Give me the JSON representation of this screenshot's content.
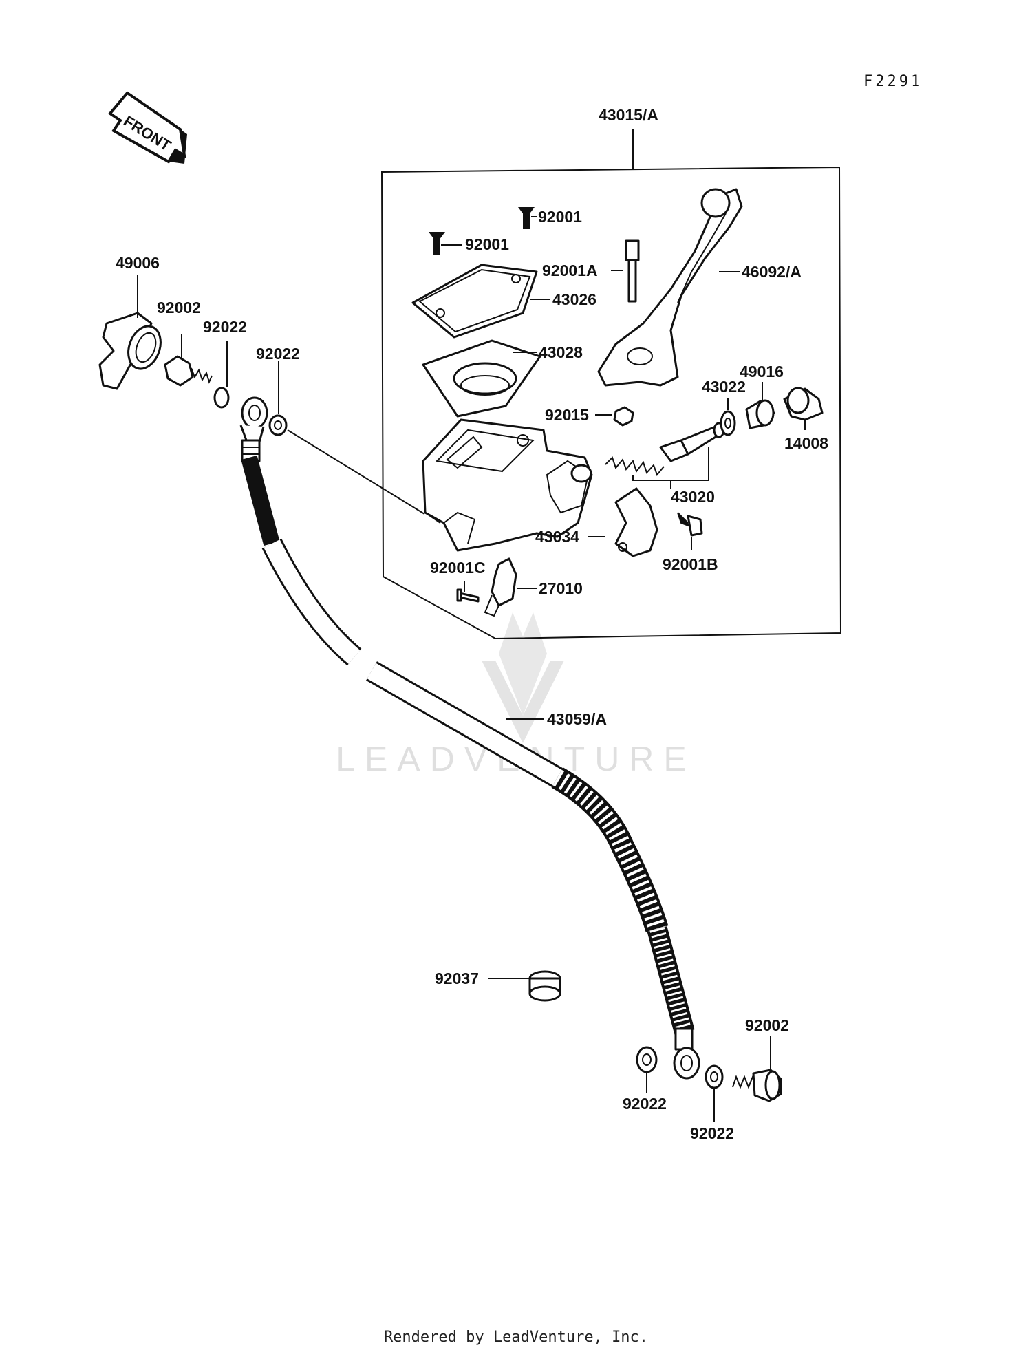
{
  "diagram": {
    "code": "F2291",
    "front_arrow_text": "FRONT",
    "watermark": "LEADVENTURE",
    "footer": "Rendered by LeadVenture, Inc.",
    "assembly_label": "43015/A",
    "labels": {
      "p49006": "49006",
      "p92002_top": "92002",
      "p92022_a": "92022",
      "p92022_b": "92022",
      "p92001_a": "92001",
      "p92001_b": "92001",
      "p92001A": "92001A",
      "p46092A": "46092/A",
      "p43026": "43026",
      "p43028": "43028",
      "p92015": "92015",
      "p43022": "43022",
      "p49016": "49016",
      "p14008": "14008",
      "p43020": "43020",
      "p43034": "43034",
      "p92001B": "92001B",
      "p92001C": "92001C",
      "p27010": "27010",
      "p43059A": "43059/A",
      "p92037": "92037",
      "p92002_bottom": "92002",
      "p92022_c": "92022",
      "p92022_d": "92022"
    }
  }
}
